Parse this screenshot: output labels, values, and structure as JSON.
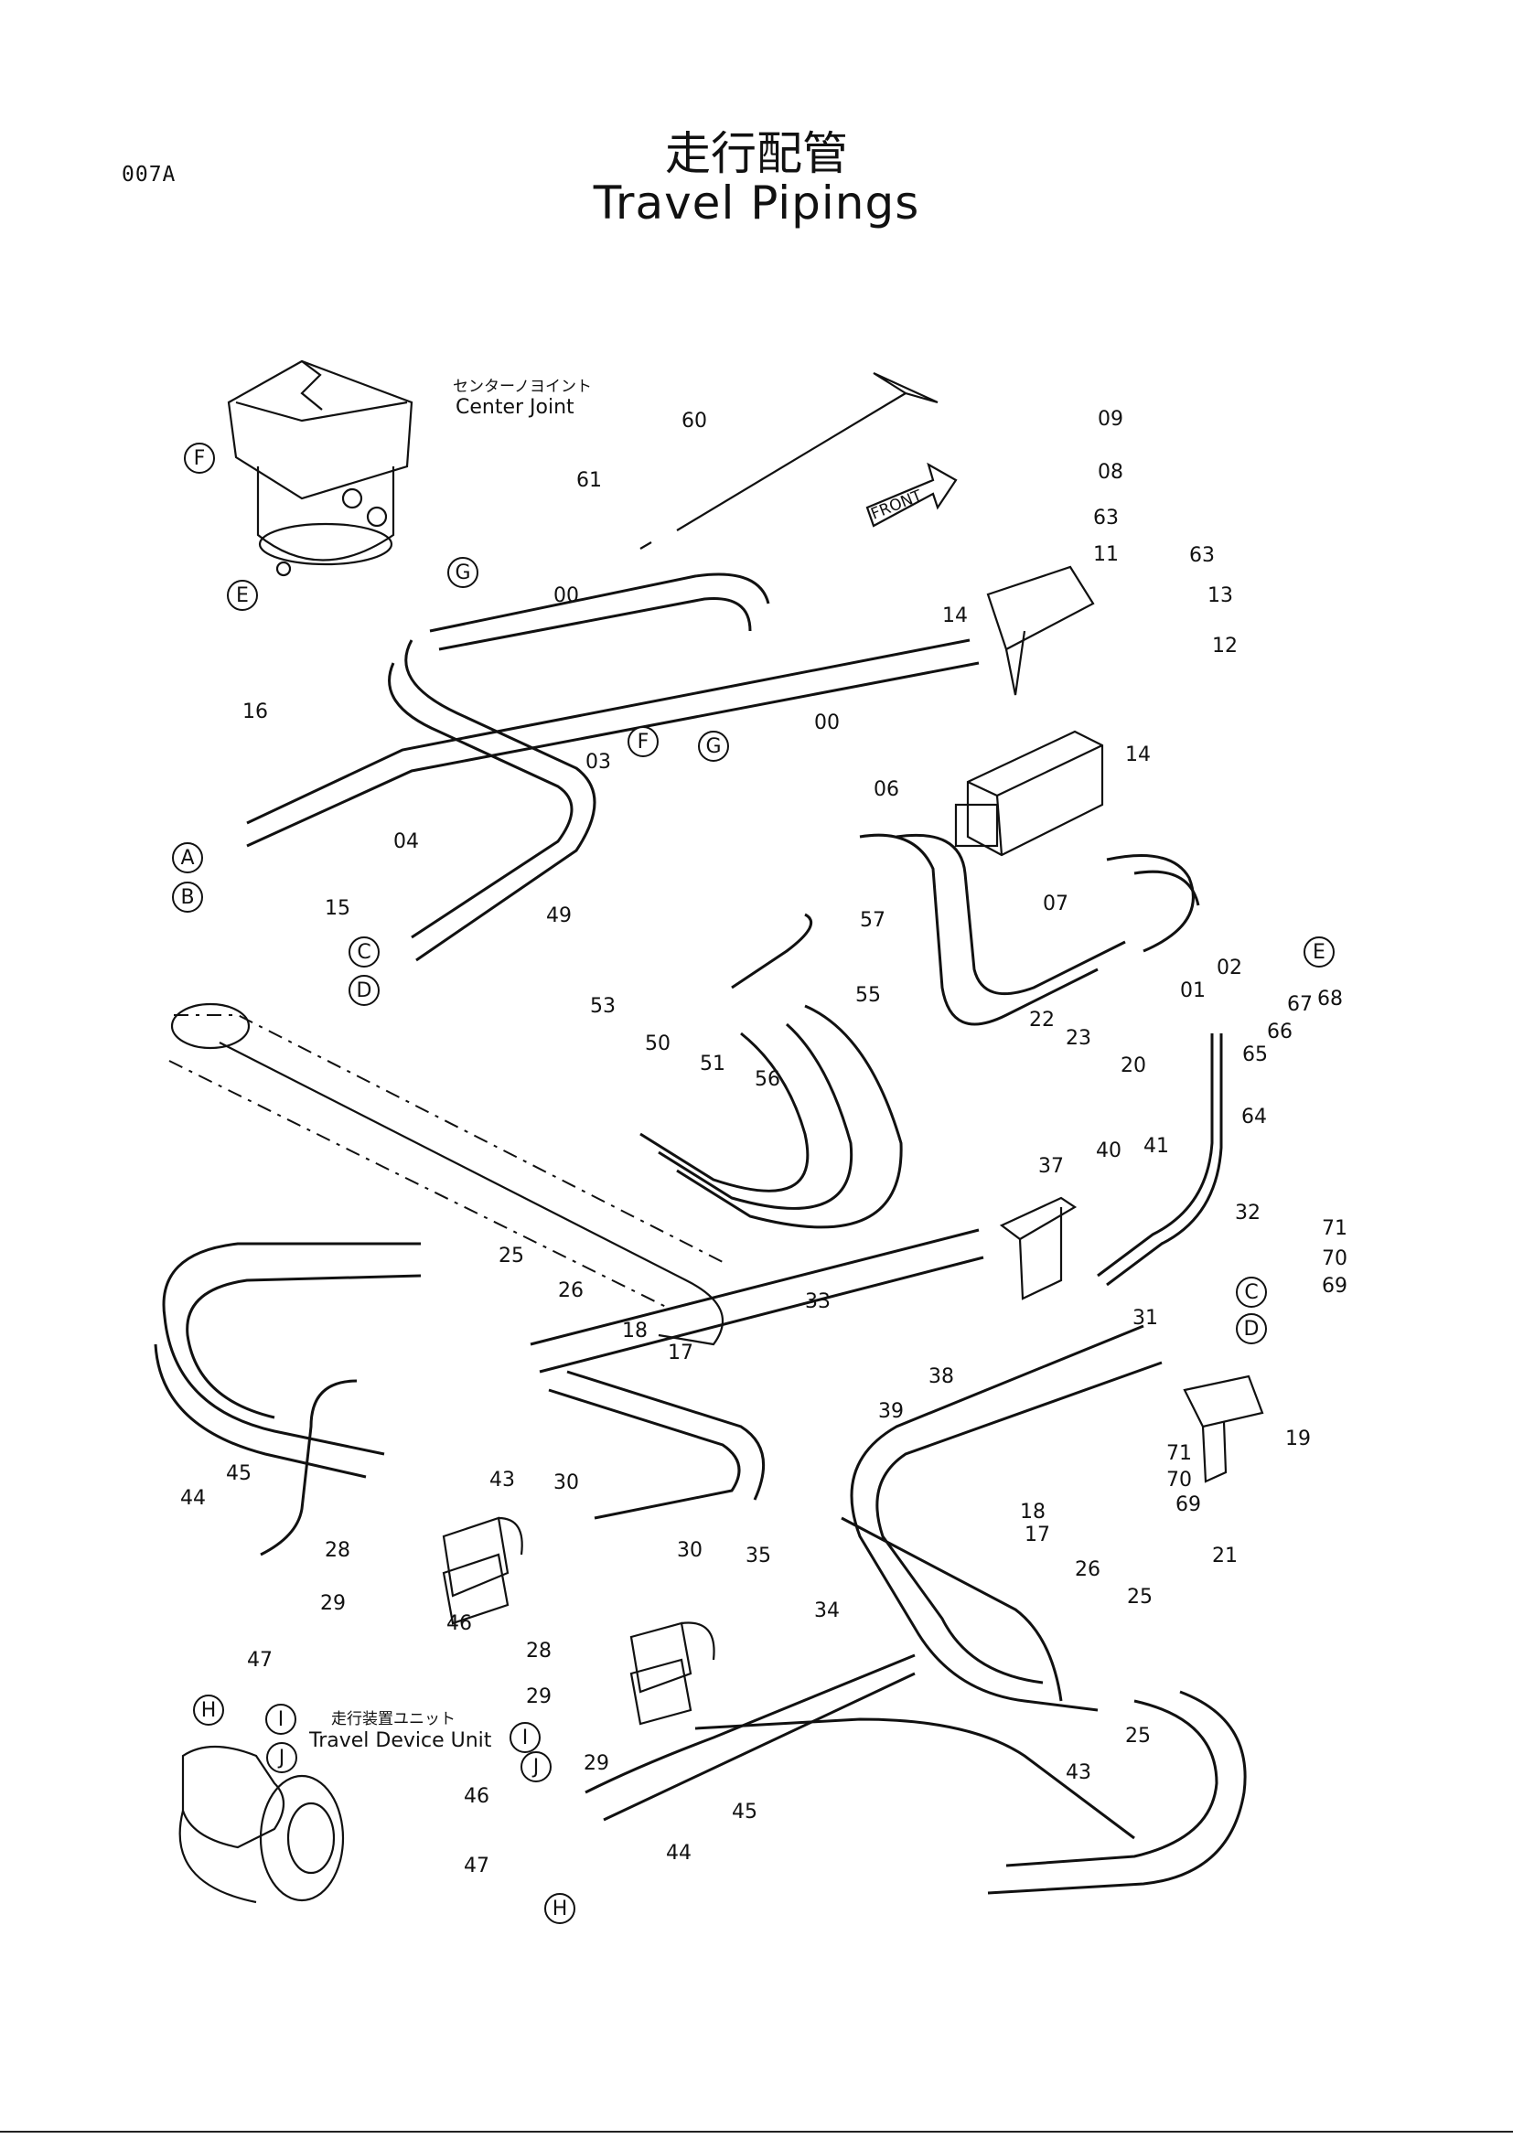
{
  "header": {
    "page_code": "007A",
    "title_jp": "走行配管",
    "title_en": "Travel Pipings"
  },
  "annotations": {
    "center_joint_jp": "センターノヨイント",
    "center_joint_en": "Center Joint",
    "travel_device_jp": "走行装置ユニット",
    "travel_device_en": "Travel Device Unit",
    "front": "FRONT"
  },
  "part_labels": [
    "00",
    "00",
    "01",
    "02",
    "03",
    "04",
    "06",
    "07",
    "08",
    "09",
    "11",
    "12",
    "13",
    "14",
    "14",
    "15",
    "16",
    "17",
    "17",
    "18",
    "18",
    "19",
    "20",
    "21",
    "22",
    "23",
    "25",
    "25",
    "25",
    "26",
    "26",
    "28",
    "28",
    "29",
    "29",
    "29",
    "30",
    "30",
    "31",
    "32",
    "33",
    "34",
    "35",
    "37",
    "38",
    "39",
    "40",
    "41",
    "43",
    "43",
    "44",
    "44",
    "45",
    "45",
    "46",
    "46",
    "47",
    "47",
    "49",
    "50",
    "51",
    "53",
    "55",
    "56",
    "57",
    "60",
    "61",
    "63",
    "63",
    "64",
    "65",
    "66",
    "67",
    "68",
    "69",
    "69",
    "70",
    "70",
    "71",
    "71"
  ],
  "connection_markers": [
    "A",
    "B",
    "C",
    "D",
    "C",
    "D",
    "E",
    "E",
    "F",
    "F",
    "G",
    "G",
    "H",
    "H",
    "I",
    "I",
    "J",
    "J"
  ]
}
